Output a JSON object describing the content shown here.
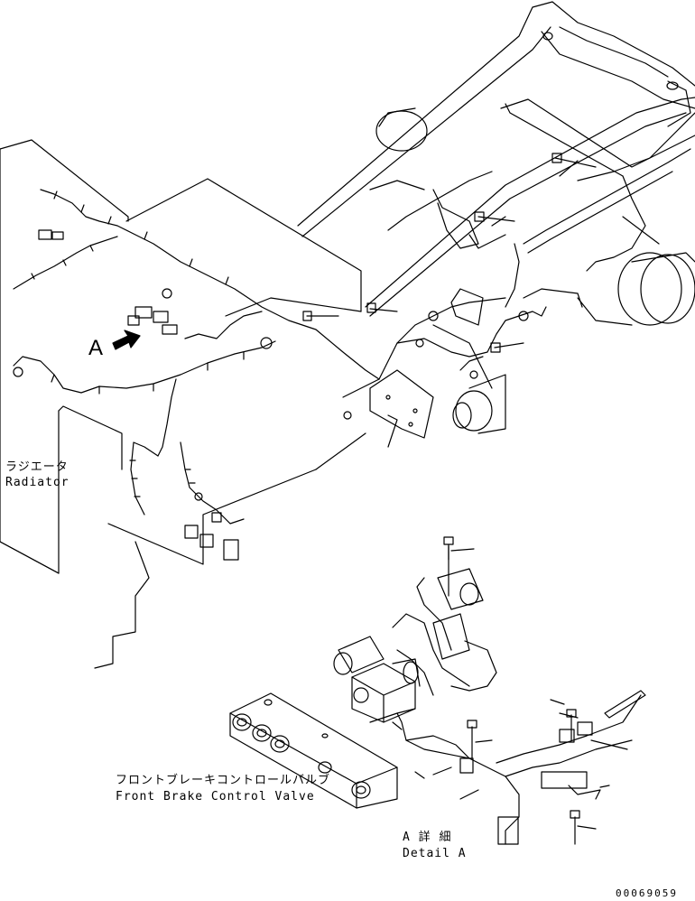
{
  "callouts": {
    "view_a": "A",
    "radiator_jp": "ラジエータ",
    "radiator_en": "Radiator",
    "valve_jp": "フロントブレーキコントロールバルブ",
    "valve_en": "Front Brake Control Valve",
    "detail_jp": "A 詳 細",
    "detail_en": "Detail A"
  },
  "drawing_number": "00069059"
}
